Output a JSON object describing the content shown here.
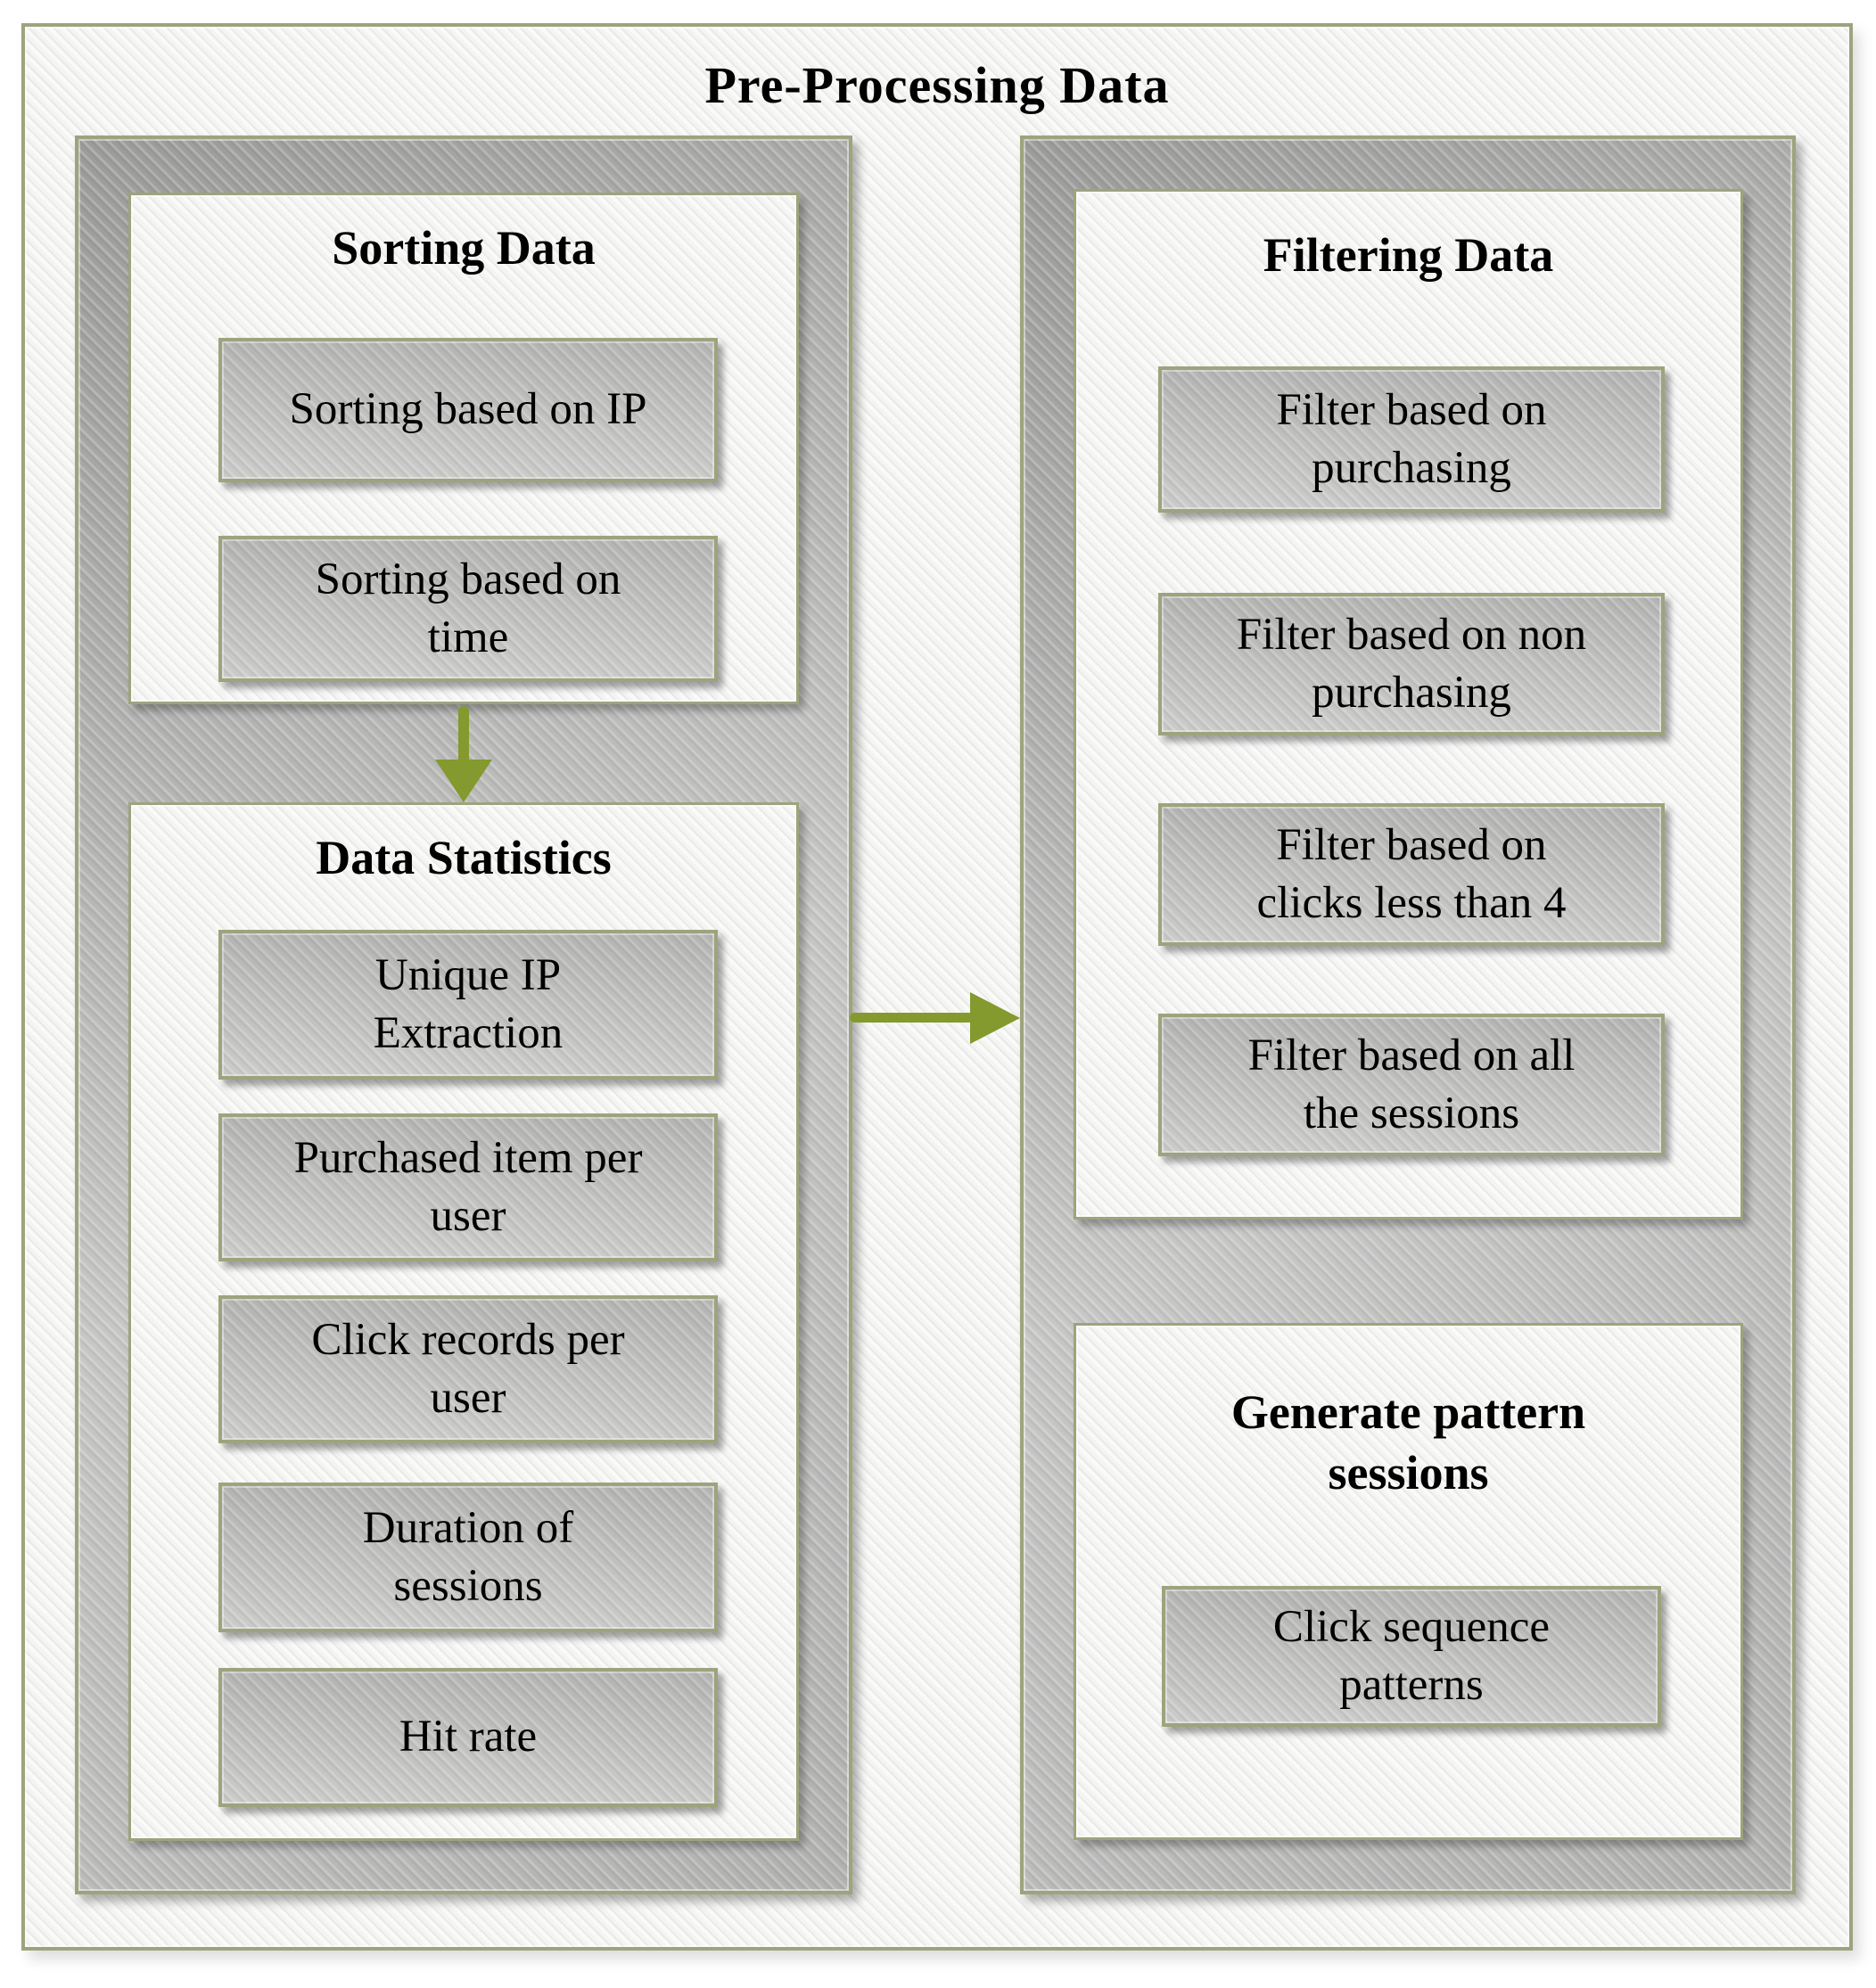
{
  "colors": {
    "border": "#9ea37d",
    "arrow": "#84992e",
    "item_fill": "#bfbfbe",
    "container_fill": "#b5b5b4",
    "background": "#f2f2f1",
    "text": "#000000"
  },
  "diagram": {
    "title": "Pre-Processing Data",
    "left_column": {
      "sorting": {
        "title": "Sorting Data",
        "items": [
          "Sorting based on IP",
          "Sorting based on\ntime"
        ]
      },
      "statistics": {
        "title": "Data Statistics",
        "items": [
          "Unique IP\nExtraction",
          "Purchased item per\nuser",
          "Click records per\nuser",
          "Duration of\nsessions",
          "Hit rate"
        ]
      }
    },
    "right_column": {
      "filtering": {
        "title": "Filtering Data",
        "items": [
          "Filter based on\npurchasing",
          "Filter based on non\npurchasing",
          "Filter based on\nclicks less than 4",
          "Filter based on all\nthe sessions"
        ]
      },
      "generate": {
        "title": "Generate pattern\nsessions",
        "items": [
          "Click sequence\npatterns"
        ]
      }
    },
    "arrows": [
      {
        "name": "down-arrow",
        "from": "Sorting Data",
        "to": "Data Statistics"
      },
      {
        "name": "right-arrow",
        "from": "Data Statistics",
        "to": "Filtering Data"
      }
    ]
  }
}
